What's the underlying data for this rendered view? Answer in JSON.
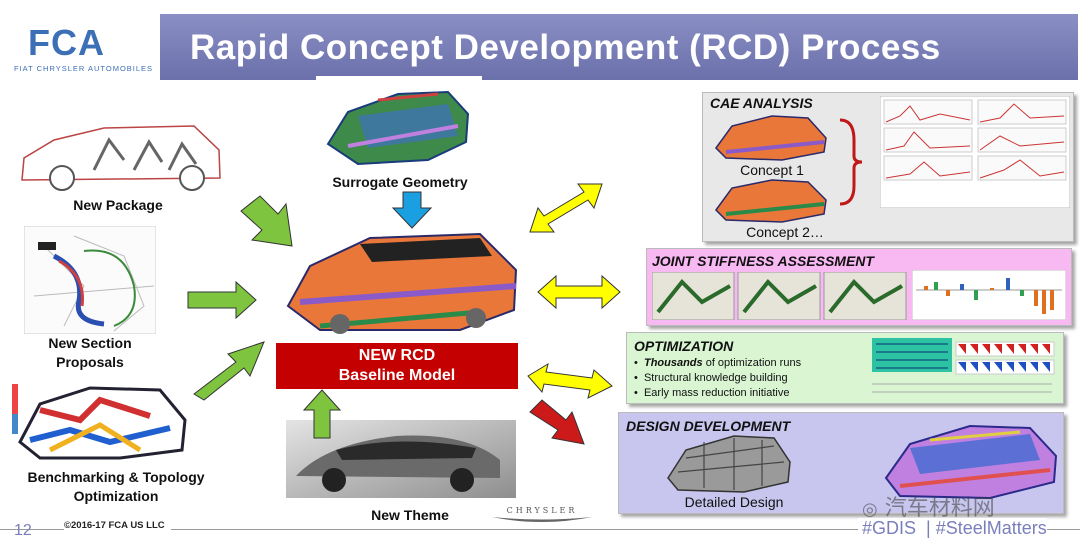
{
  "logo": {
    "name": "FCA",
    "sub": "FIAT CHRYSLER AUTOMOBILES"
  },
  "title": "Rapid Concept Development (RCD) Process",
  "inputs": {
    "package": "New Package",
    "section": [
      "New Section",
      "Proposals"
    ],
    "benchmark": [
      "Benchmarking & Topology",
      "Optimization"
    ],
    "surrogate": "Surrogate Geometry",
    "theme": "New Theme"
  },
  "baseline": [
    "NEW RCD",
    "Baseline Model"
  ],
  "cae": {
    "title": "CAE ANALYSIS",
    "concept1": "Concept 1",
    "concept2": "Concept 2…"
  },
  "joint": {
    "title": "JOINT STIFFNESS ASSESSMENT"
  },
  "optimization": {
    "title": "OPTIMIZATION",
    "bullet1_em": "Thousands",
    "bullet1_rest": " of optimization runs",
    "bullet2": "Structural knowledge building",
    "bullet3": "Early mass reduction initiative"
  },
  "design": {
    "title": "DESIGN DEVELOPMENT",
    "detailed": "Detailed Design"
  },
  "footer": {
    "page": "12",
    "copyright": "©2016-17 FCA US LLC",
    "hashtags": "#GDIS  | #SteelMatters",
    "brand": "CHRYSLER",
    "watermark": "汽车材料网"
  },
  "colors": {
    "title_bar": "#7a7fbb",
    "baseline": "#c40000",
    "arrow_green": "#7ec43f",
    "arrow_yellow": "#ffff00",
    "arrow_red": "#cc1a1a",
    "arrow_blue": "#1a9fe0"
  }
}
